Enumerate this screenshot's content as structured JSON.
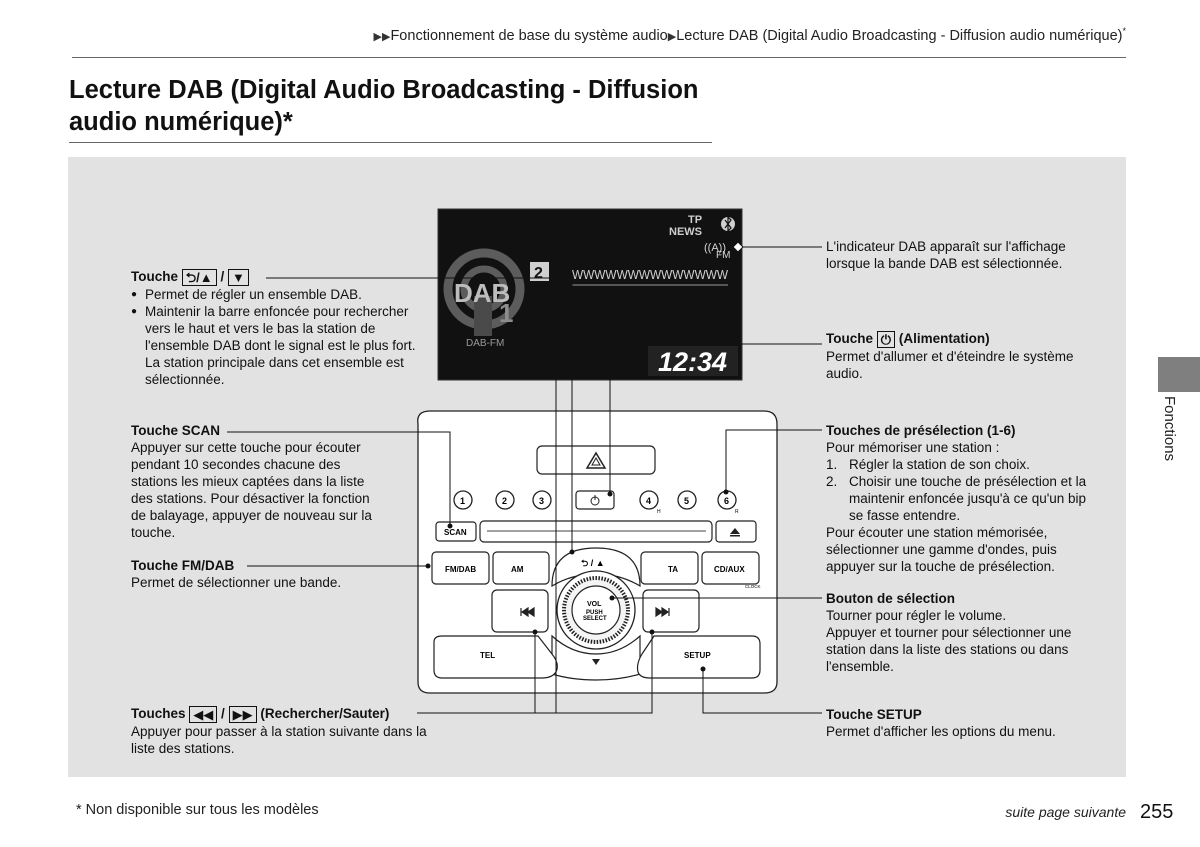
{
  "breadcrumb": {
    "part1": "Fonctionnement de base du système audio",
    "part2": "Lecture DAB (Digital Audio Broadcasting - Diffusion audio numérique)",
    "asterisk": "*"
  },
  "page": {
    "title_line1": "Lecture DAB (Digital Audio Broadcasting - Diffusion",
    "title_line2": "audio numérique)*",
    "side_tab": "Fonctions",
    "footnote": "* Non disponible sur tous les modèles",
    "continued": "suite page suivante",
    "page_number": "255"
  },
  "display": {
    "tp": "TP",
    "news": "NEWS",
    "fm": "FM",
    "preset_badge": "2",
    "station_name": "WWWWWWWWWWWWWW",
    "logo": "DAB",
    "ensemble_num": "1",
    "band_label": "DAB-FM",
    "clock": "12:34"
  },
  "unit": {
    "presets": [
      "1",
      "2",
      "3",
      "4",
      "5",
      "6"
    ],
    "scan": "SCAN",
    "fmdab": "FM/DAB",
    "am": "AM",
    "ta": "TA",
    "cdaux": "CD/AUX",
    "clock_small": "CLOCK",
    "back_up": "⮌ / ▲",
    "vol1": "VOL",
    "vol2": "PUSH",
    "vol3": "SELECT",
    "tel": "TEL",
    "setup": "SETUP",
    "h_marker": "H",
    "r_marker": "R"
  },
  "callouts": {
    "touche_prefix": "Touche",
    "slash": "/",
    "back_up_bullet1": "Permet de régler un ensemble DAB.",
    "back_up_bullet2": "Maintenir la barre enfoncée pour rechercher vers le haut et vers le bas la station de l'ensemble DAB dont le signal est le plus fort. La station principale dans cet ensemble est sélectionnée.",
    "scan_title": "Touche SCAN",
    "scan_text": "Appuyer sur cette touche pour écouter pendant 10 secondes chacune des stations les mieux captées dans la liste des stations. Pour désactiver la fonction de balayage, appuyer de nouveau sur la touche.",
    "fmdab_title": "Touche FM/DAB",
    "fmdab_text": "Permet de sélectionner une bande.",
    "touches_prefix": "Touches",
    "seek_suffix": "(Rechercher/Sauter)",
    "seek_text": "Appuyer pour passer à la station suivante dans la liste des stations.",
    "dab_indicator_text": "L'indicateur DAB apparaît sur l'affichage lorsque la bande DAB est sélectionnée.",
    "power_suffix": "(Alimentation)",
    "power_text": "Permet d'allumer et d'éteindre le système audio.",
    "preset_title": "Touches de présélection (1-6)",
    "preset_intro": "Pour mémoriser une station :",
    "preset_step1_num": "1.",
    "preset_step1": "Régler la station de son choix.",
    "preset_step2_num": "2.",
    "preset_step2": "Choisir une touche de présélection et la maintenir enfoncée jusqu'à ce qu'un bip se fasse entendre.",
    "preset_outro": "Pour écouter une station mémorisée, sélectionner une gamme d'ondes, puis appuyer sur la touche de présélection.",
    "selector_title": "Bouton de sélection",
    "selector_text1": "Tourner pour régler le volume.",
    "selector_text2": "Appuyer et tourner pour sélectionner une station dans la liste des stations ou dans l'ensemble.",
    "setup_title": "Touche SETUP",
    "setup_text": "Permet d'afficher les options du menu."
  }
}
